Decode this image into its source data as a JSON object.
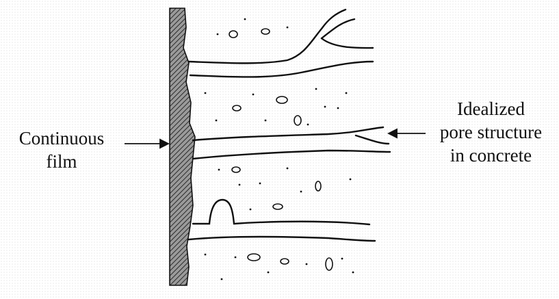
{
  "labels": {
    "left": [
      "Continuous",
      "film"
    ],
    "right": [
      "Idealized",
      "pore structure",
      "in concrete"
    ]
  },
  "colors": {
    "ink": "#111111",
    "hatch": "#3a3a3a"
  }
}
